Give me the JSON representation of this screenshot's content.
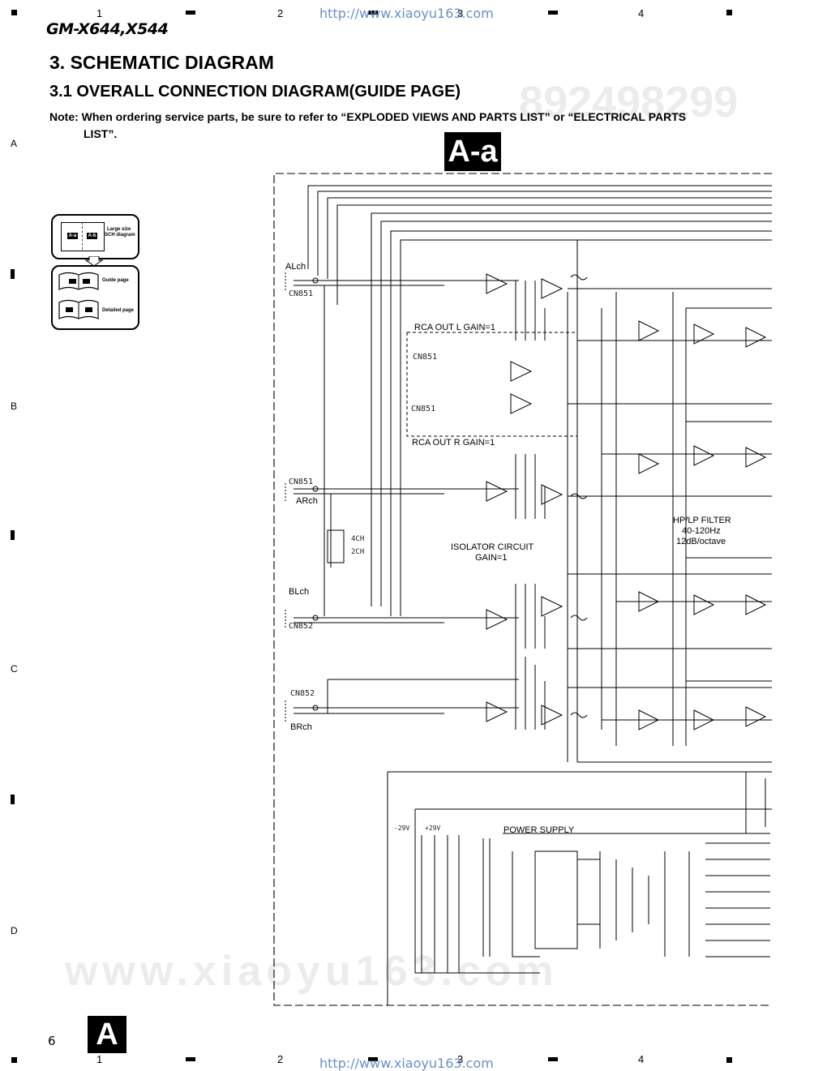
{
  "header": {
    "model": "GM-X644,X544",
    "url": "http://www.xiaoyu163.com",
    "columns": [
      "1",
      "2",
      "3",
      "4"
    ]
  },
  "rows": [
    "A",
    "B",
    "C",
    "D"
  ],
  "title": {
    "section": "3. SCHEMATIC DIAGRAM",
    "subsection": "3.1 OVERALL CONNECTION DIAGRAM(GUIDE PAGE)",
    "note_line1": "Note: When ordering service parts, be sure to refer to “EXPLODED VIEWS AND PARTS LIST” or “ELECTRICAL PARTS",
    "note_line2": "LIST”."
  },
  "sheet_tag": "A-a",
  "guide": {
    "large_label_1": "Large size",
    "large_label_2": "SCH diagram",
    "box_a": "A-a",
    "box_b": "A-b",
    "guide_label": "Guide page",
    "detailed_label": "Detailed page"
  },
  "schematic": {
    "alch": "ALch",
    "cn851_top": "CN851",
    "rca_out_l": "RCA OUT L   GAIN=1",
    "cn851_l": "CN851",
    "cn851_r": "CN851",
    "rca_out_r": "RCA OUT R   GAIN=1",
    "cn851_ar": "CN851",
    "arch": "ARch",
    "hp_lp_1": "HP/LP FILTER",
    "hp_lp_2": "40-120Hz",
    "hp_lp_3": "12dB/octave",
    "ch4": "4CH",
    "ch2": "2CH",
    "isolator_1": "ISOLATOR CIRCUIT",
    "isolator_2": "GAIN=1",
    "blch": "BLch",
    "cn852_top": "CN852",
    "cn852_bot": "CN852",
    "brch": "BRch",
    "power_supply": "POWER SUPPLY",
    "minus29": "-29V",
    "plus29": "+29V"
  },
  "footer": {
    "page_number": "6",
    "board_tag": "A",
    "url": "http://www.xiaoyu163.com",
    "columns": [
      "1",
      "2",
      "3",
      "4"
    ]
  },
  "watermarks": {
    "big_number": "892498299",
    "bottom_url": "www.xiaoyu163.com"
  }
}
